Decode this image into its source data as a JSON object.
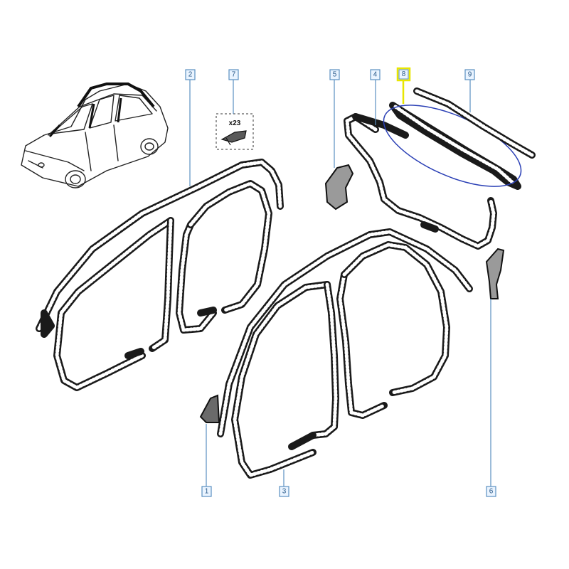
{
  "callouts": [
    {
      "id": "1",
      "label": "1"
    },
    {
      "id": "2",
      "label": "2"
    },
    {
      "id": "3",
      "label": "3"
    },
    {
      "id": "4",
      "label": "4"
    },
    {
      "id": "5",
      "label": "5"
    },
    {
      "id": "6",
      "label": "6"
    },
    {
      "id": "7",
      "label": "7"
    },
    {
      "id": "8",
      "label": "8"
    },
    {
      "id": "9",
      "label": "9"
    }
  ],
  "clip_quantity": "x23",
  "colors": {
    "callout_border": "#5a8fc0",
    "callout_fill": "#eaf4ff",
    "highlight_callout": "#e8e600",
    "highlight_outline": "#2a3fb5"
  },
  "selected_part": "8"
}
